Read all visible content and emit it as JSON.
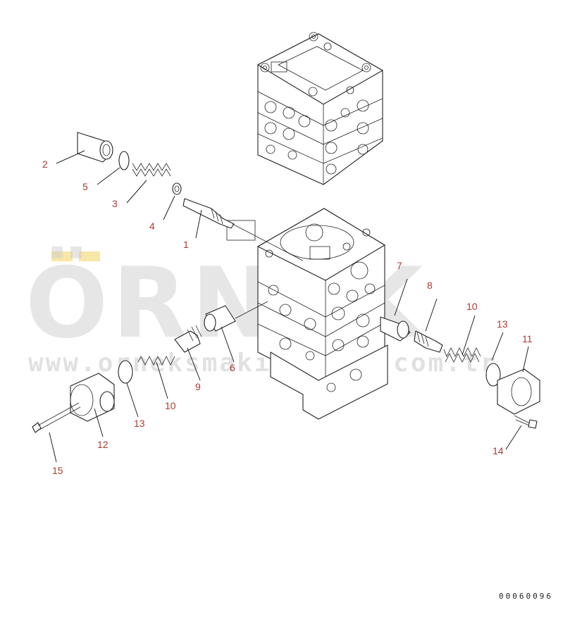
{
  "diagram": {
    "watermark": {
      "brand": "ÖRNEK",
      "url": "www.orneksmakinalari.com.tr",
      "accent": "#f5d76e"
    },
    "drawing_number": "00060096",
    "callouts": [
      {
        "id": "c2",
        "label": "2"
      },
      {
        "id": "c5",
        "label": "5"
      },
      {
        "id": "c3",
        "label": "3"
      },
      {
        "id": "c4",
        "label": "4"
      },
      {
        "id": "c1",
        "label": "1"
      },
      {
        "id": "c7",
        "label": "7"
      },
      {
        "id": "c8",
        "label": "8"
      },
      {
        "id": "c10a",
        "label": "10"
      },
      {
        "id": "c13a",
        "label": "13"
      },
      {
        "id": "c11",
        "label": "11"
      },
      {
        "id": "c6",
        "label": "6"
      },
      {
        "id": "c9",
        "label": "9"
      },
      {
        "id": "c10b",
        "label": "10"
      },
      {
        "id": "c13b",
        "label": "13"
      },
      {
        "id": "c12",
        "label": "12"
      },
      {
        "id": "c15",
        "label": "15"
      },
      {
        "id": "c14",
        "label": "14"
      }
    ]
  }
}
